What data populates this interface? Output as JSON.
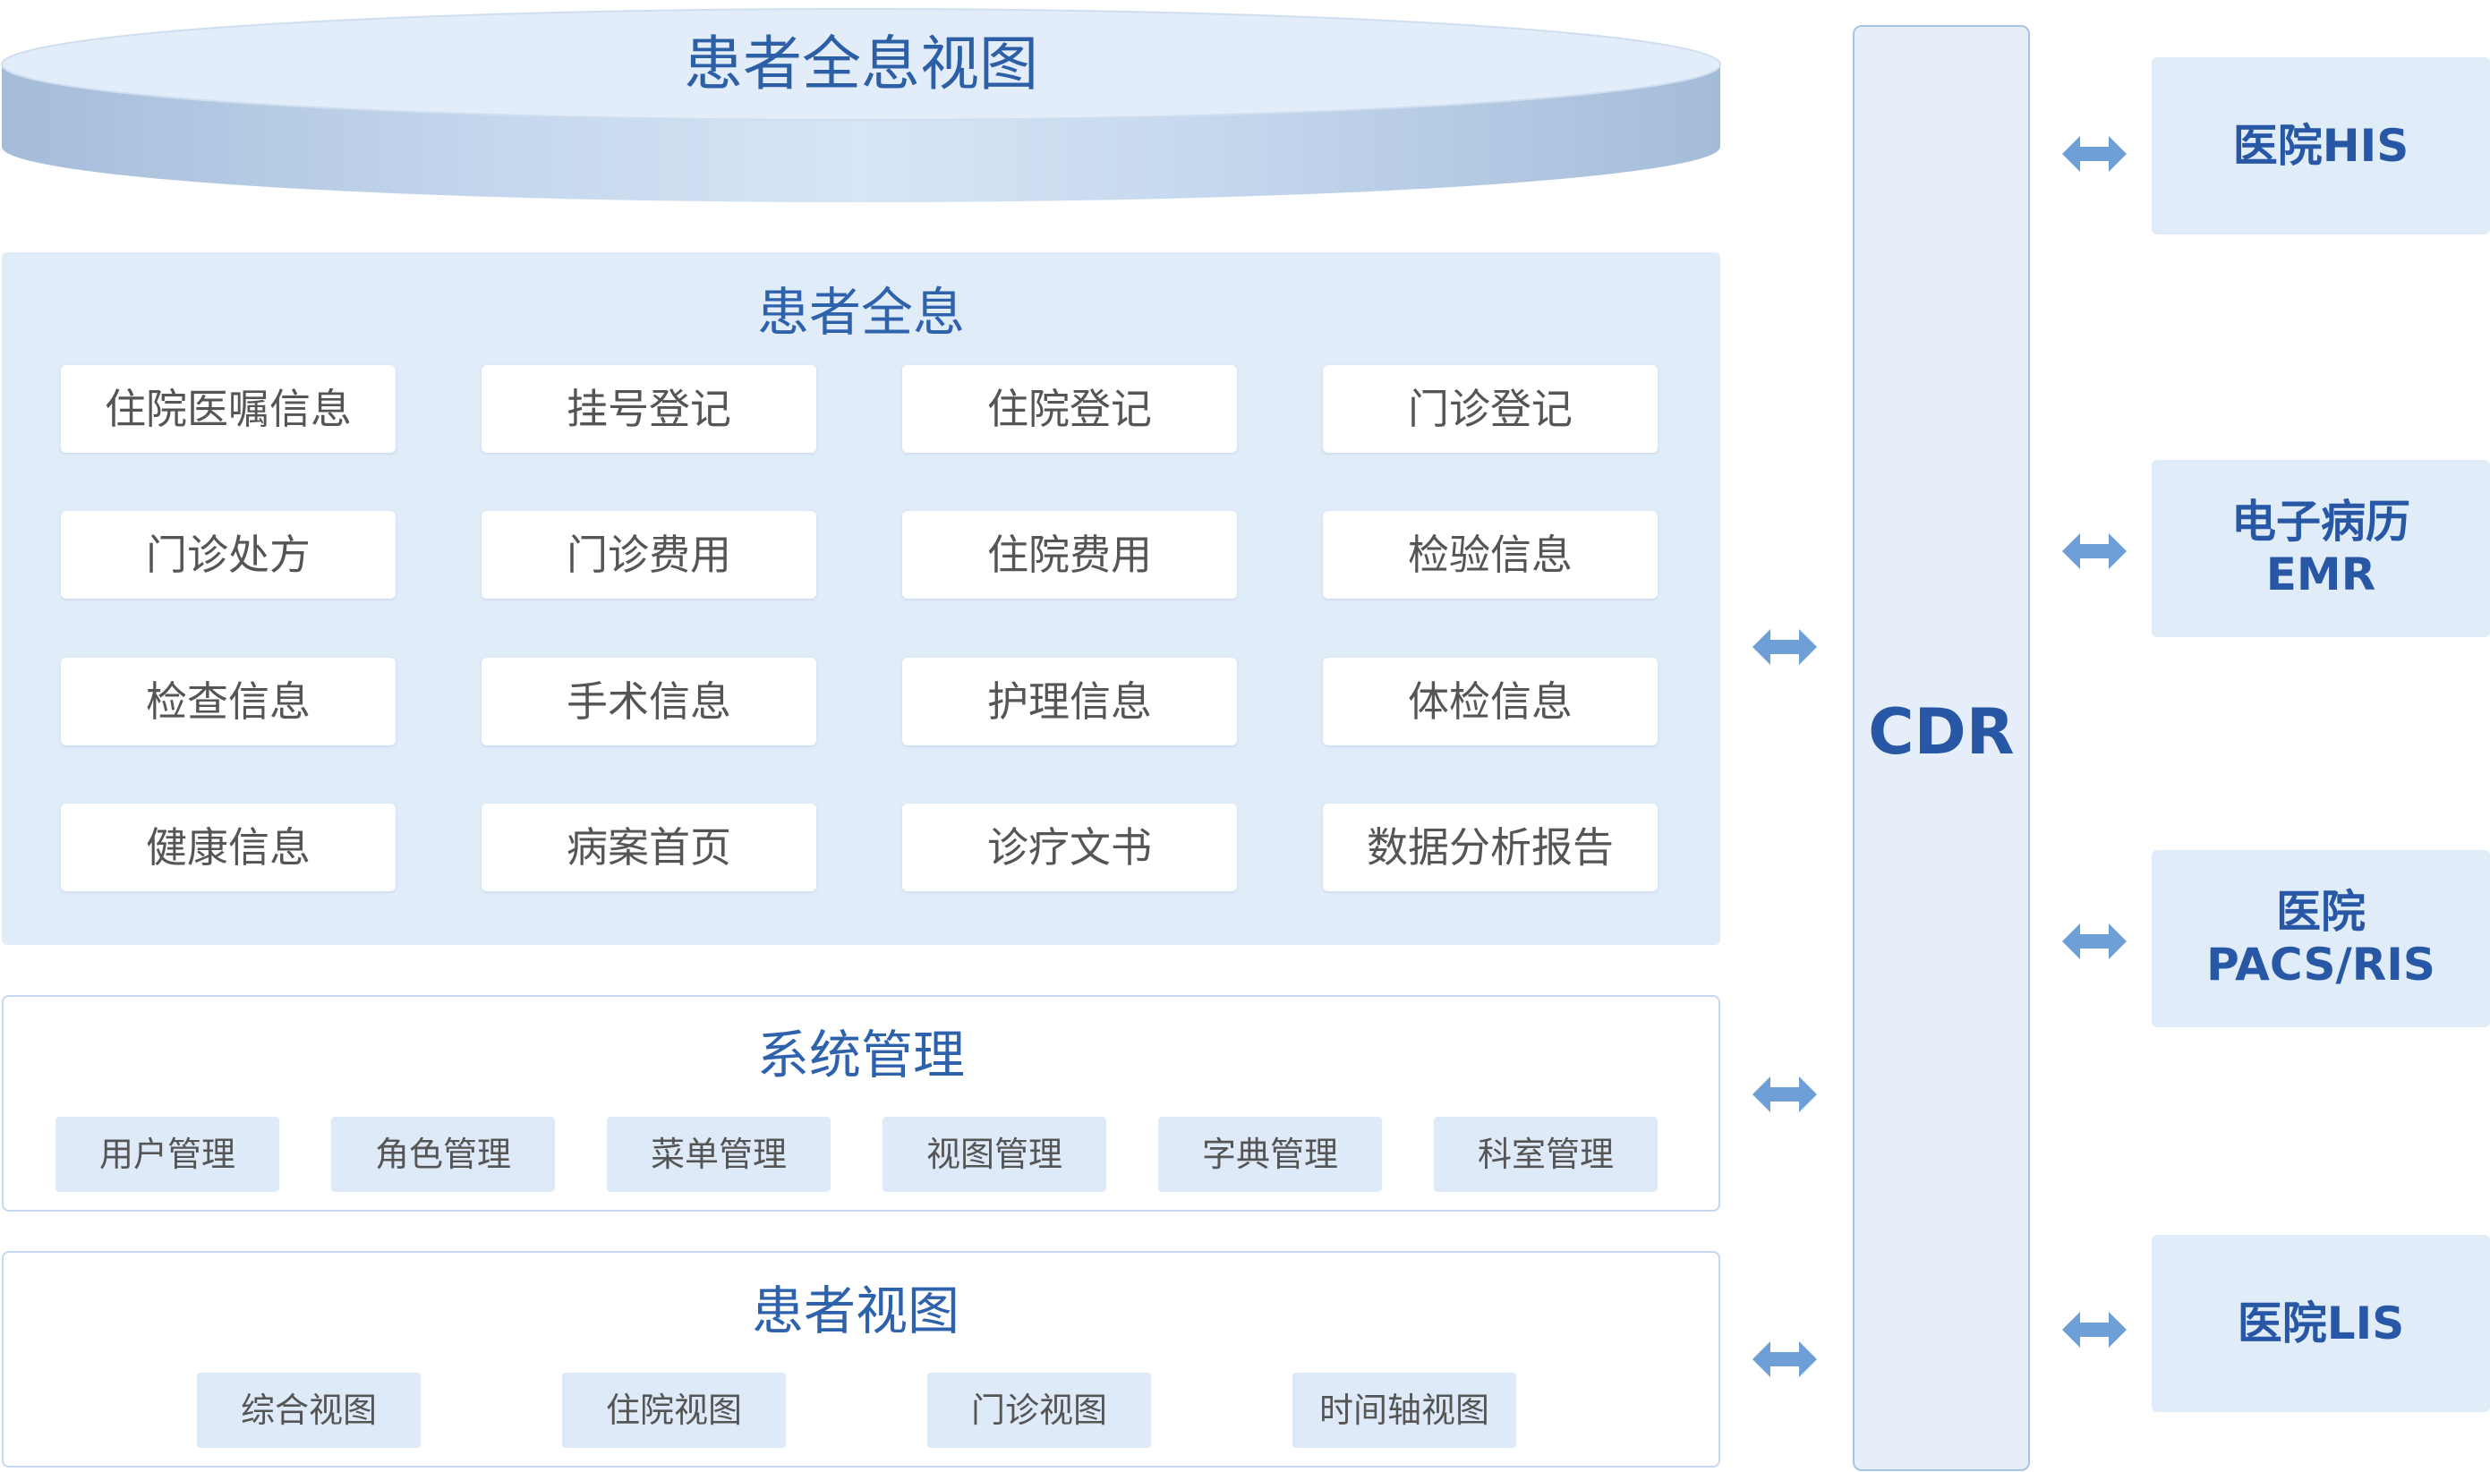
{
  "top_view": {
    "title": "患者全息视图"
  },
  "holo_panel": {
    "title": "患者全息",
    "items": [
      "住院医嘱信息",
      "挂号登记",
      "住院登记",
      "门诊登记",
      "门诊处方",
      "门诊费用",
      "住院费用",
      "检验信息",
      "检查信息",
      "手术信息",
      "护理信息",
      "体检信息",
      "健康信息",
      "病案首页",
      "诊疗文书",
      "数据分析报告"
    ]
  },
  "sys_panel": {
    "title": "系统管理",
    "items": [
      "用户管理",
      "角色管理",
      "菜单管理",
      "视图管理",
      "字典管理",
      "科室管理"
    ]
  },
  "view_panel": {
    "title": "患者视图",
    "items": [
      "综合视图",
      "住院视图",
      "门诊视图",
      "时间轴视图"
    ]
  },
  "cdr": {
    "label": "CDR"
  },
  "systems": [
    {
      "line1": "医院HIS",
      "line2": ""
    },
    {
      "line1": "电子病历",
      "line2": "EMR"
    },
    {
      "line1": "医院",
      "line2": "PACS/RIS"
    },
    {
      "line1": "医院LIS",
      "line2": ""
    }
  ],
  "colors": {
    "title_blue": "#2e62ad",
    "cdr_blue": "#2757a5",
    "panel_bg": "#e1ecf9",
    "chip_bg": "#dfeaf8",
    "arrow": "#6e9fd6"
  }
}
